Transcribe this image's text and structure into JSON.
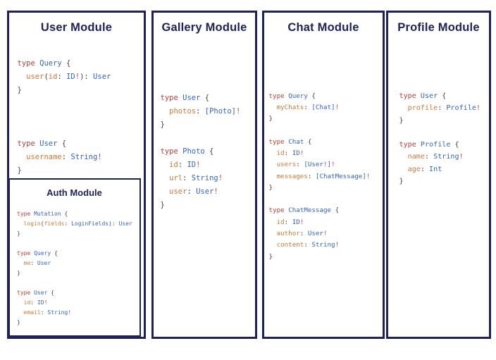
{
  "colors": {
    "panel_border": "#1e2258",
    "title": "#1e2258",
    "keyword": "#b5423e",
    "type": "#3565c0",
    "field": "#cc7a36",
    "punct": "#43454a",
    "bang": "#c4443f"
  },
  "panels": [
    {
      "title": "User Module",
      "code": [
        [
          [
            "k",
            "type"
          ],
          [
            "p",
            " "
          ],
          [
            "t",
            "Query"
          ],
          [
            "p",
            " {"
          ]
        ],
        [
          [
            "p",
            "  "
          ],
          [
            "f",
            "user"
          ],
          [
            "p",
            "("
          ],
          [
            "f",
            "id"
          ],
          [
            "p",
            ": "
          ],
          [
            "t",
            "ID"
          ],
          [
            "b",
            "!"
          ],
          [
            "p",
            "): "
          ],
          [
            "t",
            "User"
          ]
        ],
        [
          [
            "p",
            "}"
          ]
        ],
        [],
        [],
        [],
        [
          [
            "k",
            "type"
          ],
          [
            "p",
            " "
          ],
          [
            "t",
            "User"
          ],
          [
            "p",
            " {"
          ]
        ],
        [
          [
            "p",
            "  "
          ],
          [
            "f",
            "username"
          ],
          [
            "p",
            ": "
          ],
          [
            "t",
            "String"
          ],
          [
            "b",
            "!"
          ]
        ],
        [
          [
            "p",
            "}"
          ]
        ]
      ],
      "nested": {
        "title": "Auth Module",
        "code": [
          [
            [
              "k",
              "type"
            ],
            [
              "p",
              " "
            ],
            [
              "t",
              "Mutation"
            ],
            [
              "p",
              " {"
            ]
          ],
          [
            [
              "p",
              "  "
            ],
            [
              "f",
              "login"
            ],
            [
              "p",
              "("
            ],
            [
              "f",
              "fields"
            ],
            [
              "p",
              ": "
            ],
            [
              "t",
              "LoginFields"
            ],
            [
              "p",
              "): "
            ],
            [
              "t",
              "User"
            ]
          ],
          [
            [
              "p",
              "}"
            ]
          ],
          [],
          [
            [
              "k",
              "type"
            ],
            [
              "p",
              " "
            ],
            [
              "t",
              "Query"
            ],
            [
              "p",
              " {"
            ]
          ],
          [
            [
              "p",
              "  "
            ],
            [
              "f",
              "me"
            ],
            [
              "p",
              ": "
            ],
            [
              "t",
              "User"
            ]
          ],
          [
            [
              "p",
              "}"
            ]
          ],
          [],
          [
            [
              "k",
              "type"
            ],
            [
              "p",
              " "
            ],
            [
              "t",
              "User"
            ],
            [
              "p",
              " {"
            ]
          ],
          [
            [
              "p",
              "  "
            ],
            [
              "f",
              "id"
            ],
            [
              "p",
              ": "
            ],
            [
              "t",
              "ID"
            ],
            [
              "b",
              "!"
            ]
          ],
          [
            [
              "p",
              "  "
            ],
            [
              "f",
              "email"
            ],
            [
              "p",
              ": "
            ],
            [
              "t",
              "String"
            ],
            [
              "b",
              "!"
            ]
          ],
          [
            [
              "p",
              "}"
            ]
          ]
        ]
      }
    },
    {
      "title": "Gallery Module",
      "code": [
        [
          [
            "k",
            "type"
          ],
          [
            "p",
            " "
          ],
          [
            "t",
            "User"
          ],
          [
            "p",
            " {"
          ]
        ],
        [
          [
            "p",
            "  "
          ],
          [
            "f",
            "photos"
          ],
          [
            "p",
            ": "
          ],
          [
            "t",
            "[Photo]"
          ],
          [
            "b",
            "!"
          ]
        ],
        [
          [
            "p",
            "}"
          ]
        ],
        [],
        [
          [
            "k",
            "type"
          ],
          [
            "p",
            " "
          ],
          [
            "t",
            "Photo"
          ],
          [
            "p",
            " {"
          ]
        ],
        [
          [
            "p",
            "  "
          ],
          [
            "f",
            "id"
          ],
          [
            "p",
            ": "
          ],
          [
            "t",
            "ID"
          ],
          [
            "b",
            "!"
          ]
        ],
        [
          [
            "p",
            "  "
          ],
          [
            "f",
            "url"
          ],
          [
            "p",
            ": "
          ],
          [
            "t",
            "String"
          ],
          [
            "b",
            "!"
          ]
        ],
        [
          [
            "p",
            "  "
          ],
          [
            "f",
            "user"
          ],
          [
            "p",
            ": "
          ],
          [
            "t",
            "User"
          ],
          [
            "b",
            "!"
          ]
        ],
        [
          [
            "p",
            "}"
          ]
        ]
      ]
    },
    {
      "title": "Chat Module",
      "code": [
        [
          [
            "k",
            "type"
          ],
          [
            "p",
            " "
          ],
          [
            "t",
            "Query"
          ],
          [
            "p",
            " {"
          ]
        ],
        [
          [
            "p",
            "  "
          ],
          [
            "f",
            "myChats"
          ],
          [
            "p",
            ": "
          ],
          [
            "t",
            "[Chat]"
          ],
          [
            "b",
            "!"
          ]
        ],
        [
          [
            "p",
            "}"
          ]
        ],
        [],
        [
          [
            "k",
            "type"
          ],
          [
            "p",
            " "
          ],
          [
            "t",
            "Chat"
          ],
          [
            "p",
            " {"
          ]
        ],
        [
          [
            "p",
            "  "
          ],
          [
            "f",
            "id"
          ],
          [
            "p",
            ": "
          ],
          [
            "t",
            "ID"
          ],
          [
            "b",
            "!"
          ]
        ],
        [
          [
            "p",
            "  "
          ],
          [
            "f",
            "users"
          ],
          [
            "p",
            ": "
          ],
          [
            "t",
            "[User"
          ],
          [
            "b",
            "!"
          ],
          [
            "t",
            "]"
          ],
          [
            "b",
            "!"
          ]
        ],
        [
          [
            "p",
            "  "
          ],
          [
            "f",
            "messages"
          ],
          [
            "p",
            ": "
          ],
          [
            "t",
            "[ChatMessage]"
          ],
          [
            "b",
            "!"
          ]
        ],
        [
          [
            "p",
            "}"
          ]
        ],
        [],
        [
          [
            "k",
            "type"
          ],
          [
            "p",
            " "
          ],
          [
            "t",
            "ChatMessage"
          ],
          [
            "p",
            " {"
          ]
        ],
        [
          [
            "p",
            "  "
          ],
          [
            "f",
            "id"
          ],
          [
            "p",
            ": "
          ],
          [
            "t",
            "ID"
          ],
          [
            "b",
            "!"
          ]
        ],
        [
          [
            "p",
            "  "
          ],
          [
            "f",
            "author"
          ],
          [
            "p",
            ": "
          ],
          [
            "t",
            "User"
          ],
          [
            "b",
            "!"
          ]
        ],
        [
          [
            "p",
            "  "
          ],
          [
            "f",
            "content"
          ],
          [
            "p",
            ": "
          ],
          [
            "t",
            "String"
          ],
          [
            "b",
            "!"
          ]
        ],
        [
          [
            "p",
            "}"
          ]
        ]
      ]
    },
    {
      "title": "Profile Module",
      "code": [
        [
          [
            "k",
            "type"
          ],
          [
            "p",
            " "
          ],
          [
            "t",
            "User"
          ],
          [
            "p",
            " {"
          ]
        ],
        [
          [
            "p",
            "  "
          ],
          [
            "f",
            "profile"
          ],
          [
            "p",
            ": "
          ],
          [
            "t",
            "Profile"
          ],
          [
            "b",
            "!"
          ]
        ],
        [
          [
            "p",
            "}"
          ]
        ],
        [],
        [
          [
            "k",
            "type"
          ],
          [
            "p",
            " "
          ],
          [
            "t",
            "Profile"
          ],
          [
            "p",
            " {"
          ]
        ],
        [
          [
            "p",
            "  "
          ],
          [
            "f",
            "name"
          ],
          [
            "p",
            ": "
          ],
          [
            "t",
            "String"
          ],
          [
            "b",
            "!"
          ]
        ],
        [
          [
            "p",
            "  "
          ],
          [
            "f",
            "age"
          ],
          [
            "p",
            ": "
          ],
          [
            "t",
            "Int"
          ]
        ],
        [
          [
            "p",
            "}"
          ]
        ]
      ]
    }
  ]
}
